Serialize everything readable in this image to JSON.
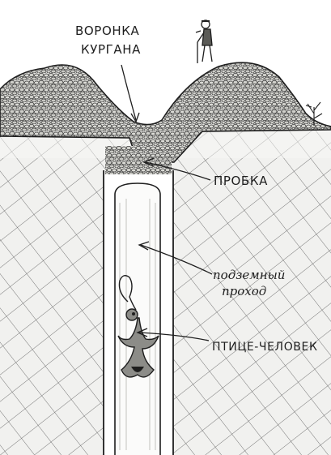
{
  "labels": {
    "funnel_line1": "ВОРОНКА",
    "funnel_line2": "КУРГАНА",
    "plug": "ПРОБКА",
    "passage_line1": "подземный",
    "passage_line2": "проход",
    "bird_man": "ПТИЦЕ-ЧЕЛОВЕК"
  },
  "colors": {
    "ink": "#1e1e1e",
    "paper": "#ffffff",
    "soil": "#f1f1ef",
    "pebble_fill": "#d9d9d5"
  }
}
